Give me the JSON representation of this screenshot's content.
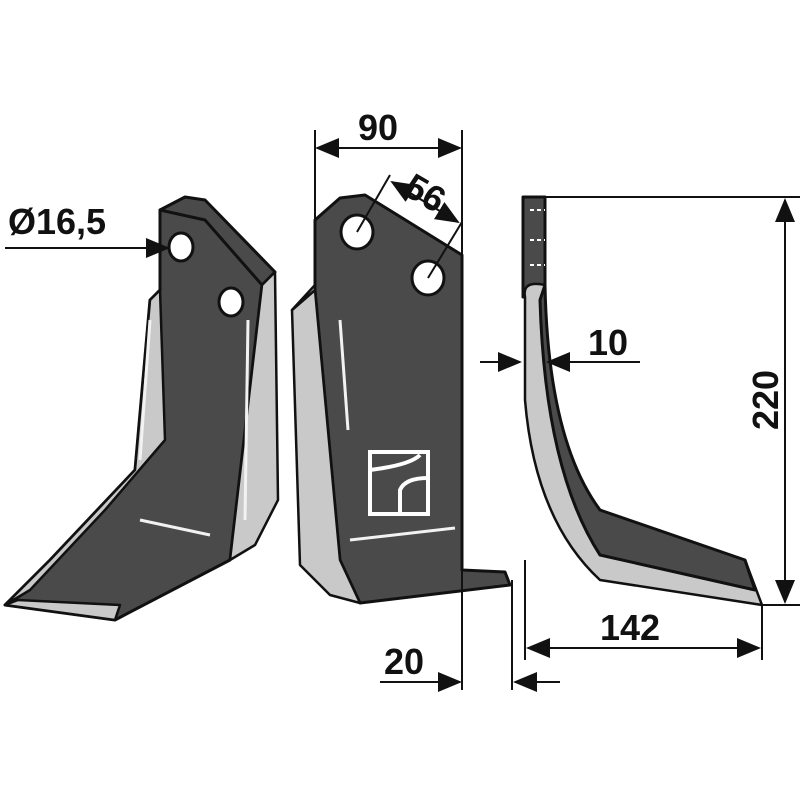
{
  "diagram": {
    "dimensions": {
      "hole_diameter": "Ø16,5",
      "width": "90",
      "hole_spacing": "56",
      "thickness": "10",
      "height": "220",
      "depth": "142",
      "offset": "20"
    },
    "colors": {
      "blade": "#4a4a4a",
      "bevel": "#c9c9c9",
      "line": "#111111"
    },
    "logo_icon": "manufacturer-logo-icon"
  }
}
